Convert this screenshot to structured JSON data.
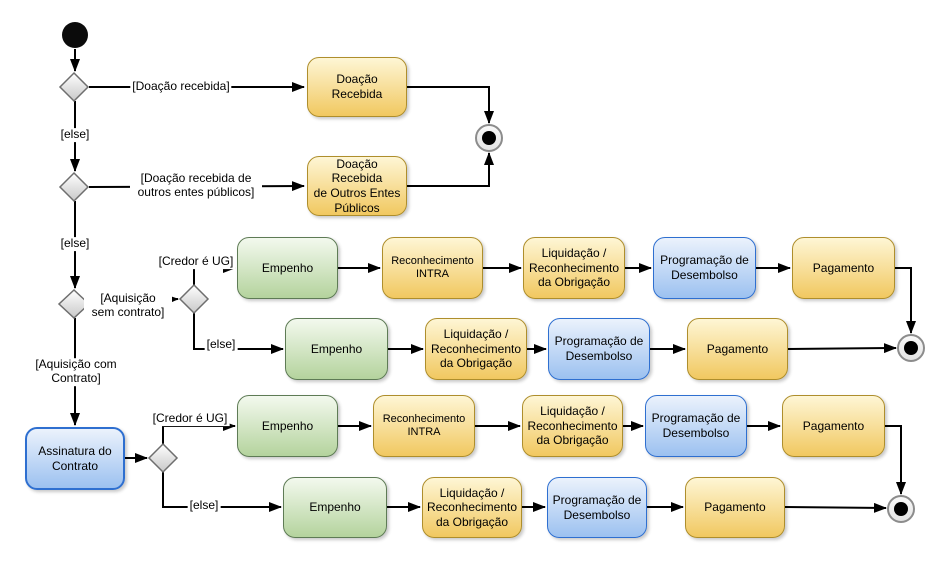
{
  "colors": {
    "activity_yellow_top": "#FEF6D5",
    "activity_yellow_bottom": "#F1C860",
    "activity_yellow_border": "#AE8E2C",
    "activity_green_top": "#F3F9EE",
    "activity_green_bottom": "#B4D39D",
    "activity_green_border": "#5E7B55",
    "activity_blue_top": "#EBF2FC",
    "activity_blue_bottom": "#9CC1F0",
    "activity_blue_border": "#2E6FD0",
    "connector_black": "#000000"
  },
  "nodes": {
    "doacao_recebida": "Doação Recebida",
    "doacao_recebida_outros": "Doação Recebida\nde Outros Entes\nPúblicos",
    "empenho": "Empenho",
    "reconhecimento_intra": "Reconhecimento\nINTRA",
    "liquidacao_reconhecimento": "Liquidação /\nReconhecimento\nda Obrigação",
    "programacao_desembolso": "Programação de\nDesembolso",
    "pagamento": "Pagamento",
    "assinatura_contrato": "Assinatura do\nContrato"
  },
  "edge_labels": {
    "doacao_recebida": "[Doação recebida]",
    "doacao_recebida_outros": "[Doação recebida de\noutros entes públicos]",
    "else": "[else]",
    "aquisicao_sem_contrato": "[Aquisição\nsem contrato]",
    "aquisicao_com_contrato": "[Aquisição com\nContrato]",
    "credor_e_ug": "[Credor é UG]"
  }
}
